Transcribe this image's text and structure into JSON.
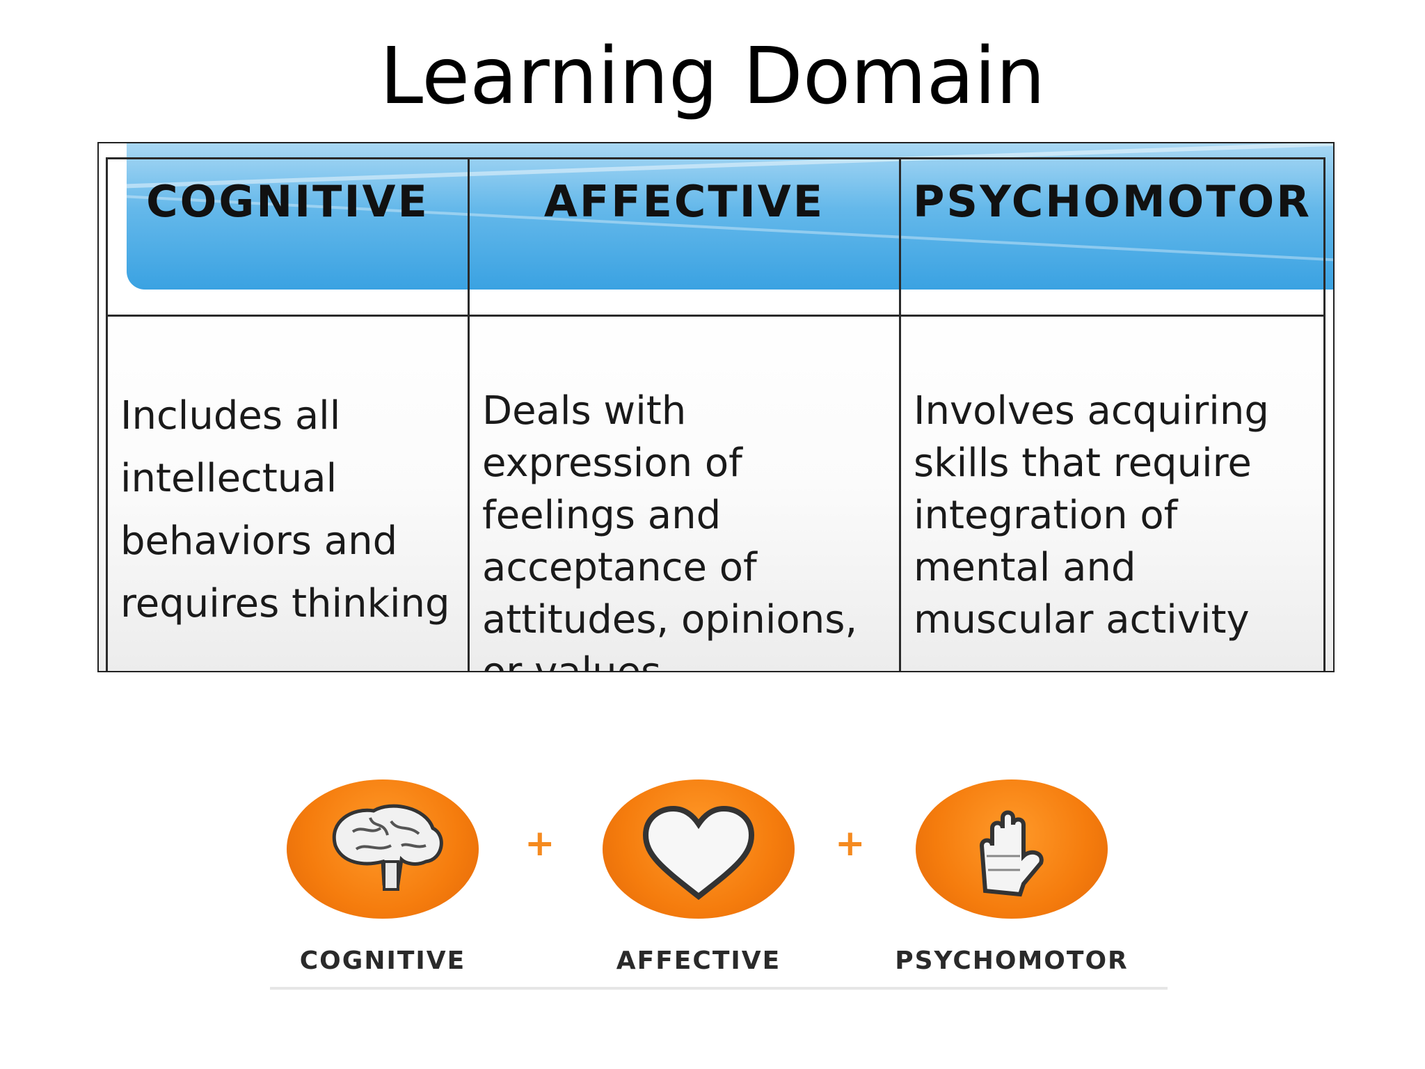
{
  "slide": {
    "title": "Learning Domain"
  },
  "table": {
    "headers": [
      "COGNITIVE",
      "AFFECTIVE",
      "PSYCHOMOTOR"
    ],
    "cells": [
      "Includes all intellectual behaviors and requires thinking",
      "Deals with expression of feelings and acceptance of attitudes, opinions, or values",
      "Involves acquiring skills that require integration of mental and muscular activity"
    ]
  },
  "icons": {
    "items": [
      {
        "icon": "brain-icon",
        "label": "COGNITIVE"
      },
      {
        "icon": "heart-icon",
        "label": "AFFECTIVE"
      },
      {
        "icon": "hand-icon",
        "label": "PSYCHOMOTOR"
      }
    ],
    "separator": "+",
    "accent_color": "#f57c0d"
  }
}
